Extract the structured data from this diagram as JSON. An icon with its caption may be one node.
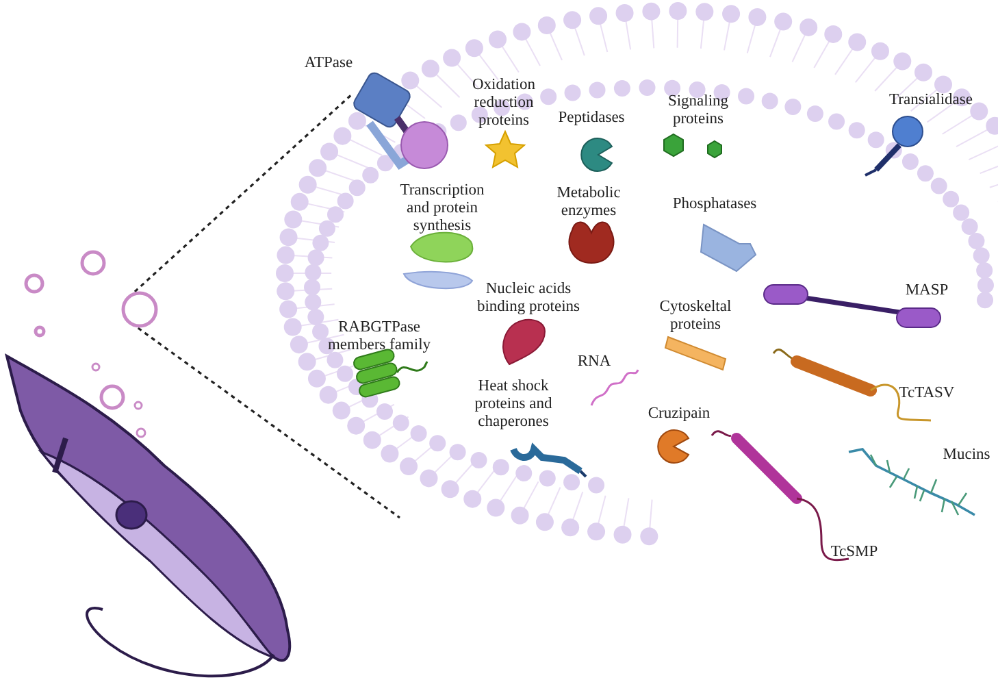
{
  "diagram": {
    "nodes": [
      {
        "text": [],
        "shape": "circle"
      },
      {
        "text": [],
        "shape": "circle"
      }
    ],
    "edges": [
      {
        "from": 0,
        "to": 1,
        "arrow": "none",
        "style": "dashed"
      },
      {
        "from": 0,
        "to": 1,
        "arrow": "none",
        "style": "dashed"
      }
    ],
    "labels": [
      "ATPase",
      "Oxidation reduction proteins",
      "Peptidases",
      "Signaling proteins",
      "Transialidase",
      "Transcription and protein synthesis",
      "Metabolic enzymes",
      "Phosphatases",
      "MASP",
      "Nucleic acids binding proteins",
      "Cytoskeltal proteins",
      "RABGTPase members family",
      "TcTASV",
      "RNA",
      "Heat shock proteins and chaperones",
      "Cruzipain",
      "Mucins",
      "TcSMP"
    ]
  }
}
